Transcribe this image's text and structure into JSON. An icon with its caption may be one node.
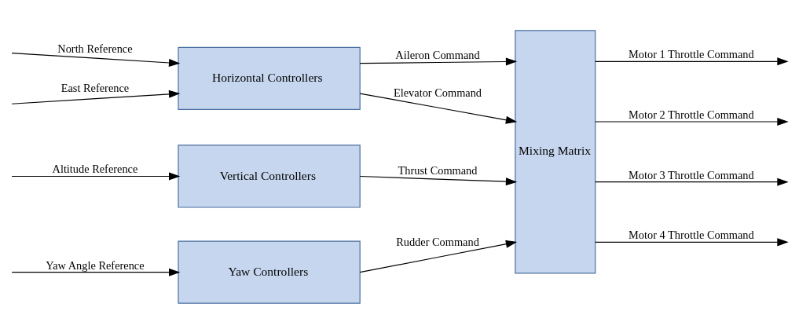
{
  "diagram": {
    "nodes": [
      {
        "text": [
          "Horizontal Controllers"
        ]
      },
      {
        "text": [
          "Vertical Controllers"
        ]
      },
      {
        "text": [
          "Yaw Controllers"
        ]
      },
      {
        "text": [
          "Mixing Matrix"
        ]
      }
    ],
    "edges": [
      {
        "from": null,
        "to": 0,
        "arrow": "to",
        "label": "North Reference"
      },
      {
        "from": null,
        "to": 0,
        "arrow": "to",
        "label": "East Reference"
      },
      {
        "from": null,
        "to": 1,
        "arrow": "to",
        "label": "Altitude Reference"
      },
      {
        "from": null,
        "to": 2,
        "arrow": "to",
        "label": "Yaw Angle Reference"
      },
      {
        "from": 0,
        "to": 3,
        "arrow": "to",
        "label": "Aileron Command"
      },
      {
        "from": 0,
        "to": 3,
        "arrow": "to",
        "label": "Elevator Command"
      },
      {
        "from": 1,
        "to": 3,
        "arrow": "to",
        "label": "Thrust Command"
      },
      {
        "from": 2,
        "to": 3,
        "arrow": "to",
        "label": "Rudder Command"
      },
      {
        "from": 3,
        "to": null,
        "arrow": "to",
        "label": "Motor 1 Throttle Command"
      },
      {
        "from": 3,
        "to": null,
        "arrow": "to",
        "label": "Motor 2 Throttle Command"
      },
      {
        "from": 3,
        "to": null,
        "arrow": "to",
        "label": "Motor 3 Throttle Command"
      },
      {
        "from": 3,
        "to": null,
        "arrow": "to",
        "label": "Motor 4 Throttle Command"
      }
    ]
  }
}
